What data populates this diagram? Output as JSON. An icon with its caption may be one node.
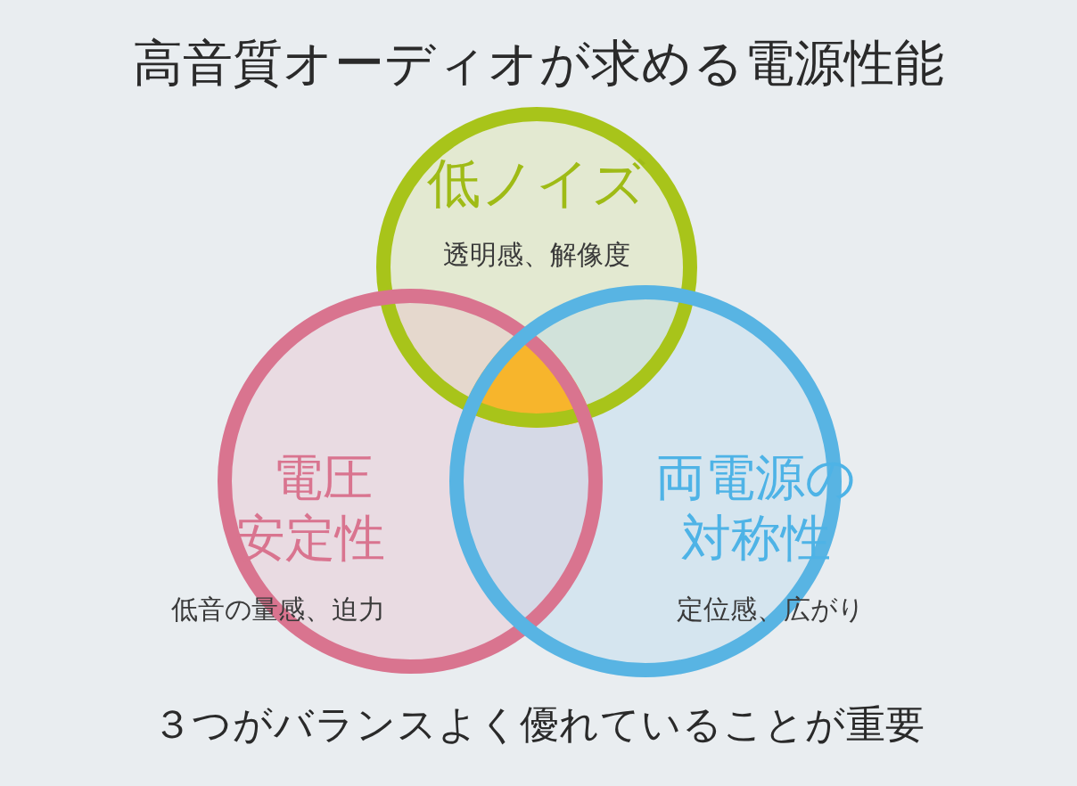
{
  "diagram": {
    "title": "高音質オーディオが求める電源性能",
    "caption": "３つがバランスよく優れていることが重要",
    "nodes": [
      {
        "text": [
          "低ノイズ",
          "透明感、解像度"
        ]
      },
      {
        "text": [
          "電圧安定性",
          "低音の量感、迫力"
        ]
      },
      {
        "text": [
          "両電源の対称性",
          "定位感、広がり"
        ]
      }
    ],
    "edges": []
  }
}
